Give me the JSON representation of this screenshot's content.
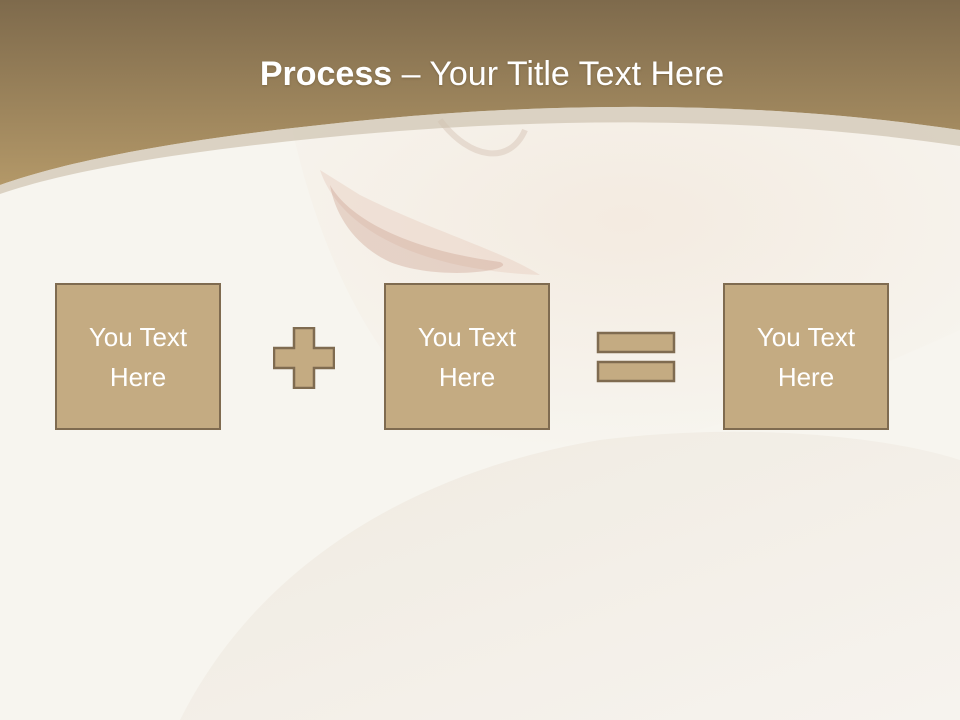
{
  "title": {
    "strong": "Process",
    "rest": " – Your Title Text Here"
  },
  "process": {
    "steps": [
      {
        "label": "You Text Here"
      },
      {
        "label": "You Text Here"
      },
      {
        "label": "You Text Here"
      }
    ],
    "operators": [
      {
        "icon": "plus-icon"
      },
      {
        "icon": "equals-icon"
      }
    ]
  },
  "colors": {
    "header": "#a88d60",
    "box_fill": "#c4ab82",
    "box_border": "#7f6b50",
    "text": "#ffffff",
    "background": "#f7f5ef"
  }
}
